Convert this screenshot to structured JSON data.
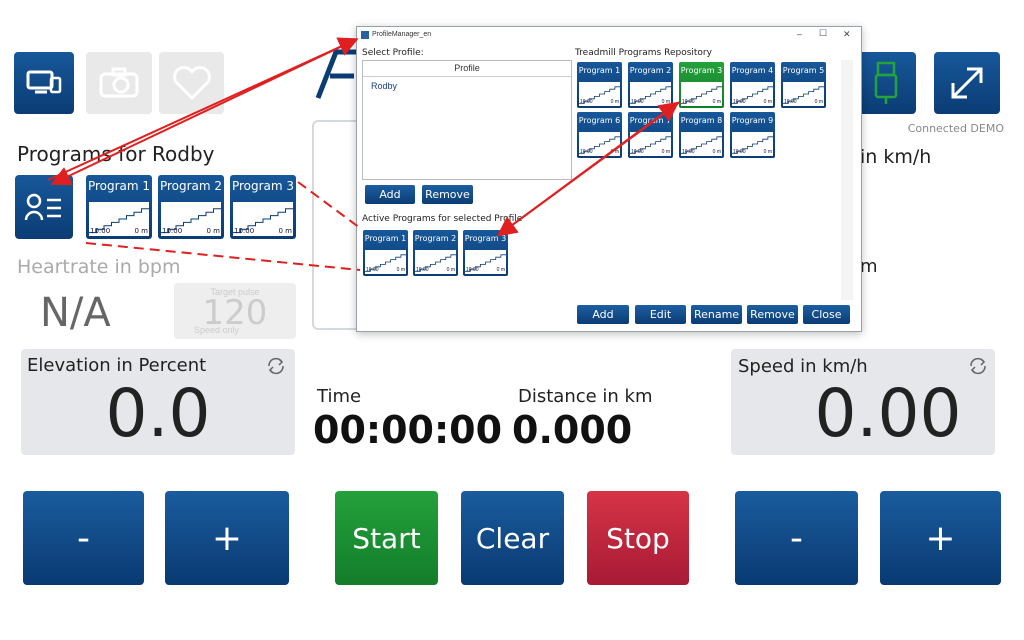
{
  "toolbar": {
    "connected_status": "Connected DEMO"
  },
  "programs": {
    "title": "Programs for Rodby",
    "items": [
      {
        "label": "Program 1",
        "time": "10:00",
        "dist": "0 m"
      },
      {
        "label": "Program 2",
        "time": "10:00",
        "dist": "0 m"
      },
      {
        "label": "Program 3",
        "time": "10:00",
        "dist": "0 m"
      }
    ]
  },
  "heartrate": {
    "title": "Heartrate in bpm",
    "value": "N/A",
    "target_label": "Target pulse",
    "target_value": "120",
    "target_note": "Speed only"
  },
  "elevation": {
    "title": "Elevation in Percent",
    "value": "0.0"
  },
  "speed": {
    "title": "Speed in km/h",
    "value": "0.00"
  },
  "time": {
    "title": "Time",
    "value": "00:00:00"
  },
  "distance": {
    "title": "Distance in km",
    "value": "0.000"
  },
  "right_labels": {
    "speed_partial": "in km/h",
    "m_partial": "m"
  },
  "buttons": {
    "minus": "-",
    "plus": "+",
    "start": "Start",
    "clear": "Clear",
    "stop": "Stop"
  },
  "dialog": {
    "title": "ProfileManager_en",
    "select_profile": "Select Profile:",
    "profile_header": "Profile",
    "profiles": [
      "Rodby"
    ],
    "add": "Add",
    "remove": "Remove",
    "active_title": "Active Programs for selected Profile",
    "repo_title": "Treadmill Programs Repository",
    "repo": [
      {
        "label": "Program 1",
        "time": "10:00",
        "dist": "0 m",
        "selected": false
      },
      {
        "label": "Program 2",
        "time": "10:00",
        "dist": "0 m",
        "selected": false
      },
      {
        "label": "Program 3",
        "time": "10:00",
        "dist": "0 m",
        "selected": true
      },
      {
        "label": "Program 4",
        "time": "10:00",
        "dist": "0 m",
        "selected": false
      },
      {
        "label": "Program 5",
        "time": "10:00",
        "dist": "0 m",
        "selected": false
      },
      {
        "label": "Program 6",
        "time": "10:00",
        "dist": "0 m",
        "selected": false
      },
      {
        "label": "Program 7",
        "time": "10:00",
        "dist": "0 m",
        "selected": false
      },
      {
        "label": "Program 8",
        "time": "10:00",
        "dist": "0 m",
        "selected": false
      },
      {
        "label": "Program 9",
        "time": "10:00",
        "dist": "0 m",
        "selected": false
      }
    ],
    "active": [
      {
        "label": "Program 1",
        "time": "10:00",
        "dist": "0 m"
      },
      {
        "label": "Program 2",
        "time": "10:00",
        "dist": "0 m"
      },
      {
        "label": "Program 3",
        "time": "10:00",
        "dist": "0 m"
      }
    ],
    "bottom_buttons": {
      "add": "Add",
      "edit": "Edit",
      "rename": "Rename",
      "remove": "Remove",
      "close": "Close"
    },
    "window_controls": {
      "min": "–",
      "max": "☐",
      "close": "✕"
    }
  },
  "colors": {
    "accent": "#0b3c74",
    "start": "#1a8f33",
    "stop": "#c0263e",
    "annotation": "#e02020"
  }
}
